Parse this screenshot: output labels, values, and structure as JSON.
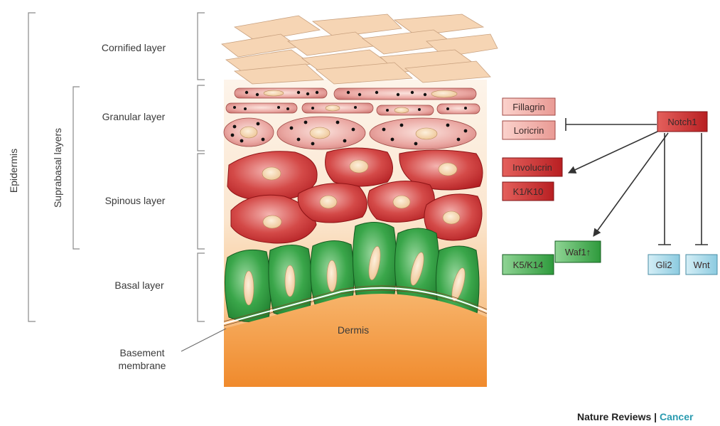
{
  "labels": {
    "epidermis": "Epidermis",
    "suprabasal": "Suprabasal layers",
    "cornified": "Cornified layer",
    "granular": "Granular layer",
    "spinous": "Spinous layer",
    "basal": "Basal layer",
    "basement_line1": "Basement",
    "basement_line2": "membrane",
    "dermis": "Dermis"
  },
  "markers": {
    "fillagrin": "Fillagrin",
    "loricrin": "Loricrin",
    "involucrin": "Involucrin",
    "k1k10": "K1/K10",
    "k5k14": "K5/K14",
    "waf1": "Waf1↑",
    "notch1": "Notch1",
    "gli2": "Gli2",
    "wnt": "Wnt"
  },
  "credit": {
    "journal": "Nature Reviews",
    "separator": " | ",
    "section": "Cancer"
  },
  "colors": {
    "cornified": "#f6d5b4",
    "granular": "#e8a8a4",
    "spinous": "#c8282c",
    "basal": "#2e9a3c",
    "dermis": "#f29033",
    "marker_red_light": "#f0b2ac",
    "marker_red": "#c8302e",
    "marker_green": "#3aa64a",
    "marker_blue": "#a8d8e8",
    "cancer_text": "#2a9bb0"
  }
}
